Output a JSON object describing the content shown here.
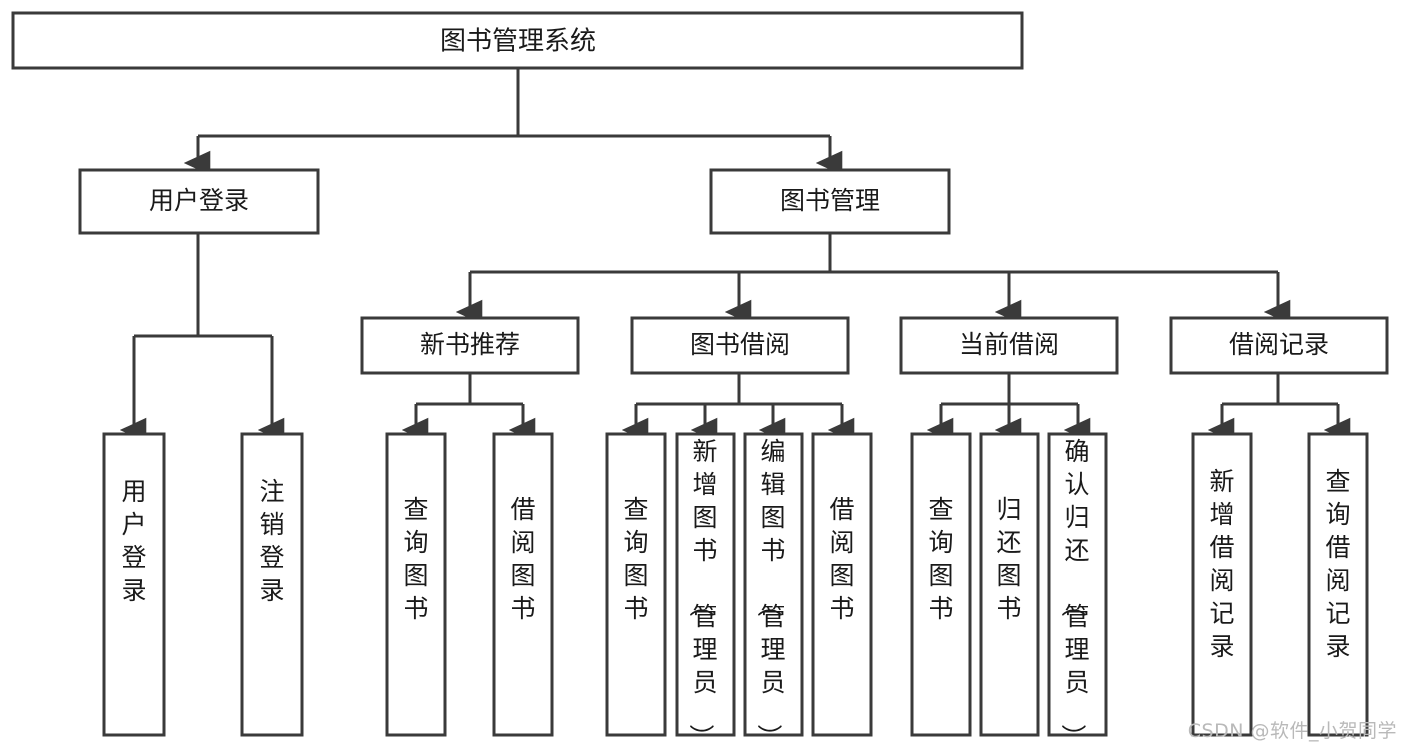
{
  "diagram": {
    "type": "tree-hierarchy-chart",
    "title_text": "图书管理系统",
    "watermark": "CSDN @软件_小贺同学",
    "colors": {
      "background": "#ffffff",
      "box_fill": "#ffffff",
      "box_stroke": "#3a3a3a",
      "connector": "#3a3a3a",
      "text": "#1a1a1a",
      "watermark": "#b9b9b9"
    },
    "root": {
      "label": "图书管理系统"
    },
    "level2": [
      {
        "label": "用户登录"
      },
      {
        "label": "图书管理"
      }
    ],
    "level3": [
      {
        "label": "新书推荐"
      },
      {
        "label": "图书借阅"
      },
      {
        "label": "当前借阅"
      },
      {
        "label": "借阅记录"
      }
    ],
    "leaves": {
      "user_login": [
        {
          "label": "用户登录"
        },
        {
          "label": "注销登录"
        }
      ],
      "new_book_recommend": [
        {
          "label": "查询图书"
        },
        {
          "label": "借阅图书"
        }
      ],
      "book_borrow": [
        {
          "label": "查询图书"
        },
        {
          "label": "新增图书（管理员）"
        },
        {
          "label": "编辑图书（管理员）"
        },
        {
          "label": "借阅图书"
        }
      ],
      "current_borrow": [
        {
          "label": "查询图书"
        },
        {
          "label": "归还图书"
        },
        {
          "label": "确认归还（管理员）"
        }
      ],
      "borrow_record": [
        {
          "label": "新增借阅记录"
        },
        {
          "label": "查询借阅记录"
        }
      ]
    }
  }
}
